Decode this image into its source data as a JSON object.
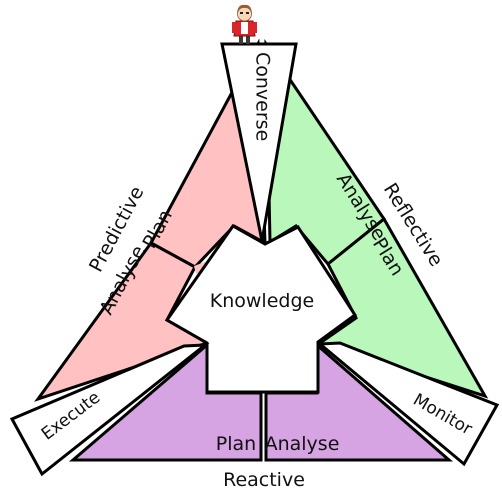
{
  "title": "",
  "colors": {
    "predictive": "#ffc1c1",
    "reflective": "#baf7ba",
    "reactive": "#d6a3e3",
    "knowledge": "#ffffff",
    "mode_box": "#ffffff",
    "avatar_shirt": "#d9262a",
    "avatar_hair": "#9b5a32",
    "avatar_skin": "#f6d7b6"
  },
  "modes": {
    "predictive": "Predictive",
    "reflective": "Reflective",
    "reactive": "Reactive"
  },
  "center": {
    "label": "Knowledge"
  },
  "activities": {
    "converse": "Converse",
    "execute": "Execute",
    "monitor": "Monitor"
  },
  "predictive_steps": {
    "analyse": "Analyse",
    "plan": "Plan"
  },
  "reflective_steps": {
    "analyse": "Analyse",
    "plan": "Plan"
  },
  "reactive_steps": {
    "plan": "Plan",
    "analyse": "Analyse"
  },
  "avatar": {
    "icon": "person-avatar-icon"
  }
}
